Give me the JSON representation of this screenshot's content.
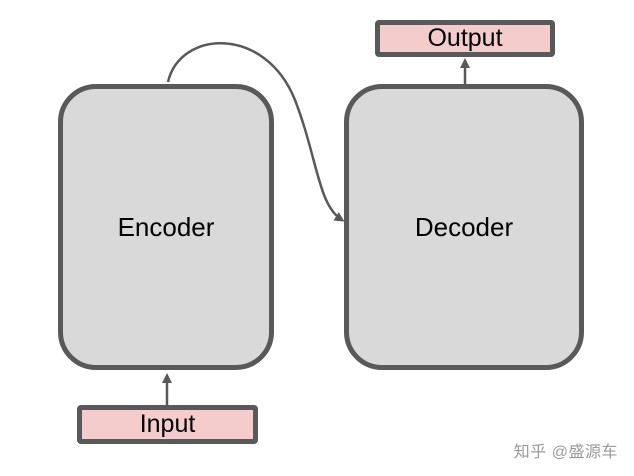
{
  "diagram": {
    "encoder_label": "Encoder",
    "decoder_label": "Decoder",
    "input_label": "Input",
    "output_label": "Output"
  },
  "watermark": "知乎 @盛源车",
  "colors": {
    "block_fill": "#d9d9d9",
    "block_border": "#595959",
    "io_fill": "#f4cccc",
    "arrow": "#595959"
  }
}
